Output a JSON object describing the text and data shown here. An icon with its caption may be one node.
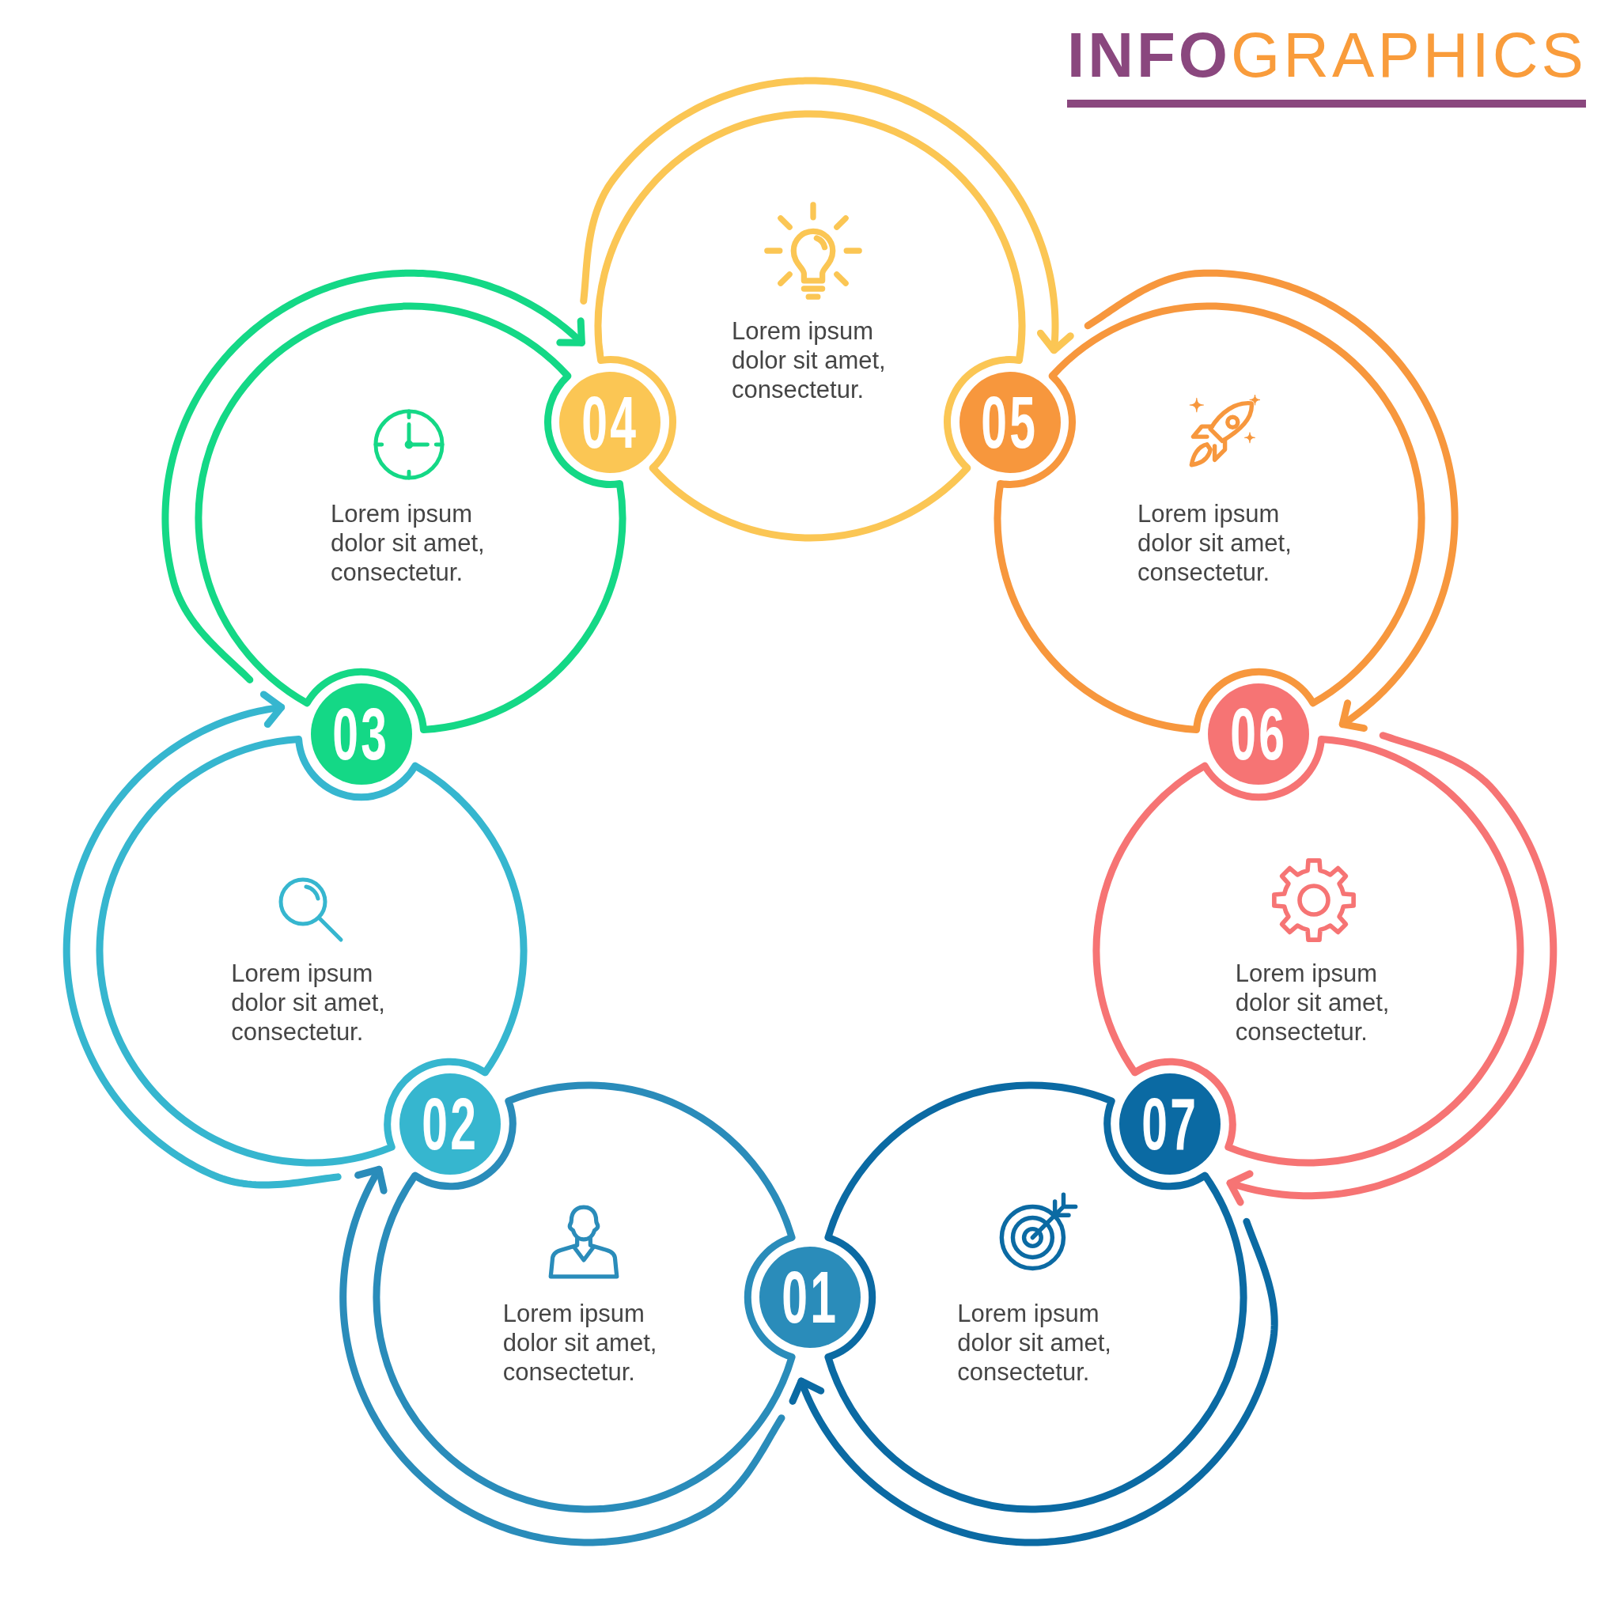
{
  "diagram": {
    "title": "**INFO**GRAPHICS",
    "nodes": [
      {
        "text": [
          "01"
        ]
      },
      {
        "text": [
          "Lorem ipsum dolor sit amet, consectetur."
        ]
      },
      {
        "text": [
          "02"
        ]
      },
      {
        "text": [
          "Lorem ipsum dolor sit amet, consectetur."
        ]
      },
      {
        "text": [
          "03"
        ]
      },
      {
        "text": [
          "Lorem ipsum dolor sit amet, consectetur."
        ]
      },
      {
        "text": [
          "04"
        ]
      },
      {
        "text": [
          "Lorem ipsum dolor sit amet, consectetur."
        ]
      },
      {
        "text": [
          "05"
        ]
      },
      {
        "text": [
          "Lorem ipsum dolor sit amet, consectetur."
        ]
      },
      {
        "text": [
          "06"
        ]
      },
      {
        "text": [
          "Lorem ipsum dolor sit amet, consectetur."
        ]
      },
      {
        "text": [
          "07"
        ]
      },
      {
        "text": [
          "Lorem ipsum dolor sit amet, consectetur."
        ]
      }
    ],
    "edges": [
      {
        "from": 1,
        "to": 3,
        "arrow": "to",
        "color": "#2a8cba"
      },
      {
        "from": 3,
        "to": 5,
        "arrow": "to",
        "color": "#36b6cf"
      },
      {
        "from": 5,
        "to": 7,
        "arrow": "to",
        "color": "#14d886"
      },
      {
        "from": 7,
        "to": 9,
        "arrow": "to",
        "color": "#fbc654"
      },
      {
        "from": 9,
        "to": 11,
        "arrow": "to",
        "color": "#f7973d"
      },
      {
        "from": 11,
        "to": 13,
        "arrow": "to",
        "color": "#f67474"
      },
      {
        "from": 13,
        "to": 1,
        "arrow": "to",
        "color": "#0b6aa3"
      }
    ]
  }
}
